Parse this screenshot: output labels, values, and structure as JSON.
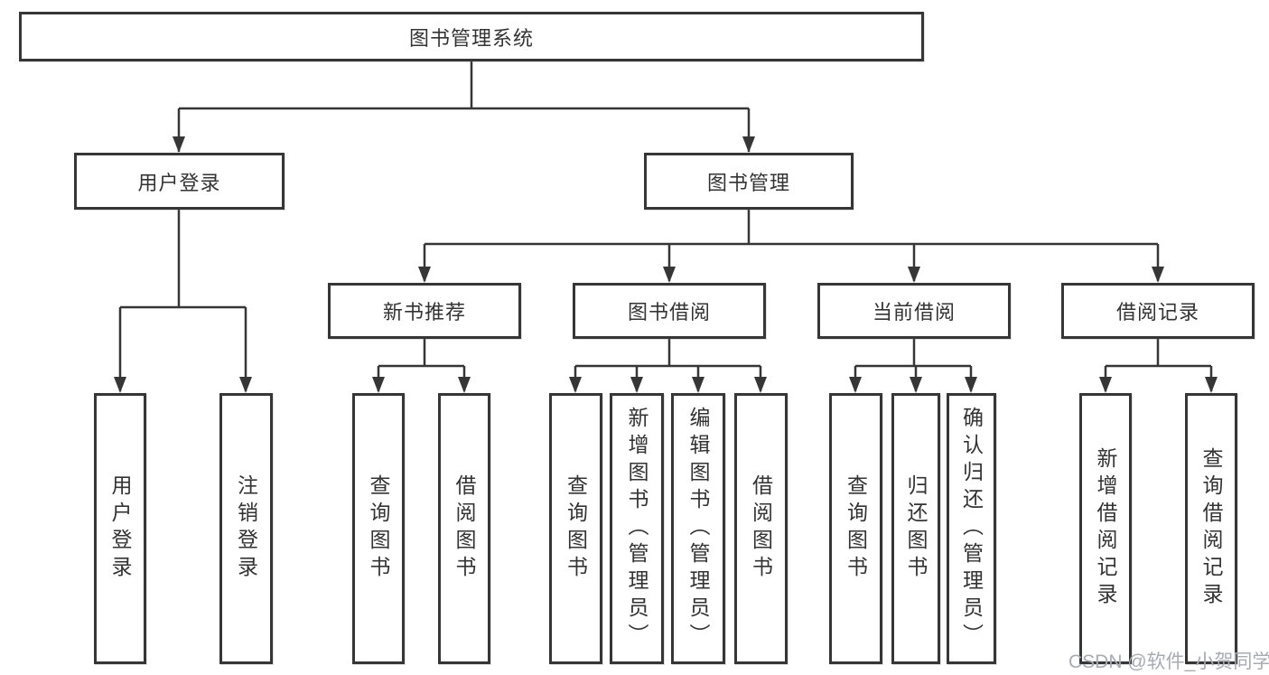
{
  "diagram_type": "hierarchy-tree",
  "tree": {
    "label": "图书管理系统",
    "children": [
      {
        "label": "用户登录",
        "children": [
          {
            "label": "用户登录"
          },
          {
            "label": "注销登录"
          }
        ]
      },
      {
        "label": "图书管理",
        "children": [
          {
            "label": "新书推荐",
            "children": [
              {
                "label": "查询图书"
              },
              {
                "label": "借阅图书"
              }
            ]
          },
          {
            "label": "图书借阅",
            "children": [
              {
                "label": "查询图书"
              },
              {
                "label": "新增图书（管理员）"
              },
              {
                "label": "编辑图书（管理员）"
              },
              {
                "label": "借阅图书"
              }
            ]
          },
          {
            "label": "当前借阅",
            "children": [
              {
                "label": "查询图书"
              },
              {
                "label": "归还图书"
              },
              {
                "label": "确认归还（管理员）"
              }
            ]
          },
          {
            "label": "借阅记录",
            "children": [
              {
                "label": "新增借阅记录"
              },
              {
                "label": "查询借阅记录"
              }
            ]
          }
        ]
      }
    ]
  },
  "watermark": {
    "text": "CSDN @软件_小贺同学",
    "color": "#a6abb4"
  },
  "colors": {
    "background": "#ffffff",
    "box_border": "#363636",
    "connector_line": "#363636",
    "text": "#333333"
  }
}
